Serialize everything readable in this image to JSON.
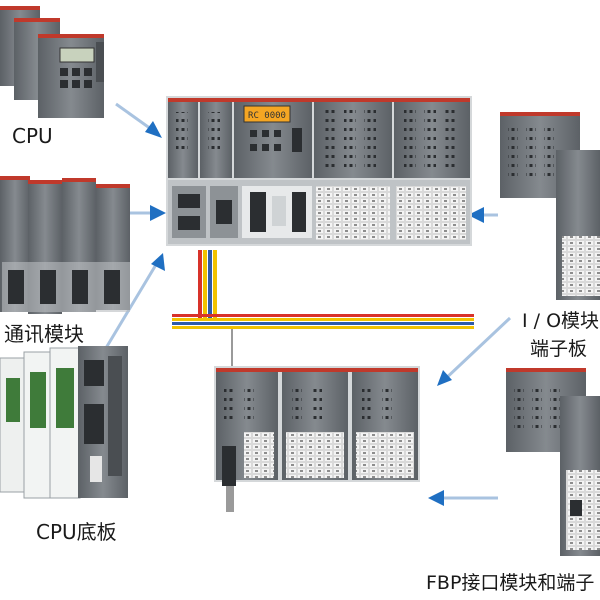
{
  "labels": {
    "cpu": "CPU",
    "comm_module": "通讯模块",
    "cpu_baseplate": "CPU底板",
    "io_module_line1": "I / O模块",
    "io_module_line2": "端子板",
    "fbp_module": "FBP接口模块和端子"
  },
  "cpu_display": "RC 0000",
  "colors": {
    "arrow": "#1f6fc2",
    "arrow_line": "#a9c3e0",
    "module_body": "#6e7378",
    "module_top_stripe": "#c0392b",
    "cable_red": "#d8322a",
    "cable_yellow": "#f2c200",
    "cable_blue": "#2f5ba8",
    "terminal": "#e4e4e4",
    "display_orange": "#f5a623"
  }
}
